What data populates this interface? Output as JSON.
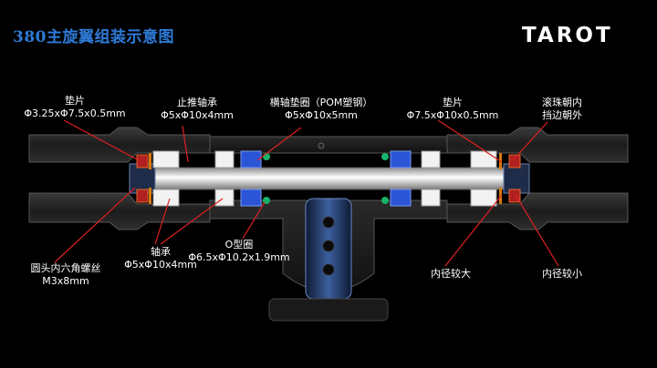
{
  "title": "380主旋翼组装示意图",
  "brand": "TAROT",
  "labels": {
    "shim_left": [
      "垫片",
      "Φ3.25xΦ7.5x0.5mm"
    ],
    "thrust_bearing": [
      "止推轴承",
      "Φ5xΦ10x4mm"
    ],
    "pom_washer": [
      "横轴垫圈（POM塑钢）",
      "Φ5xΦ10x5mm"
    ],
    "shim_right": [
      "垫片",
      "Φ7.5xΦ10x0.5mm"
    ],
    "bead_inward": [
      "滚珠朝内",
      "挡边朝外"
    ],
    "screw": [
      "圆头内六角螺丝",
      "M3x8mm"
    ],
    "bearing": [
      "轴承",
      "Φ5xΦ10x4mm"
    ],
    "oring": [
      "O型圈",
      "Φ6.5xΦ10.2x1.9mm"
    ],
    "larger_id": [
      "内径较大"
    ],
    "smaller_id": [
      "内径较小"
    ]
  },
  "colors": {
    "title": "#2e7bd8",
    "leader": "#e02020",
    "oring": "#16b36a",
    "washer": "#2b55d6",
    "bearing": "#f2f2f2",
    "shim": "#d97a10"
  }
}
